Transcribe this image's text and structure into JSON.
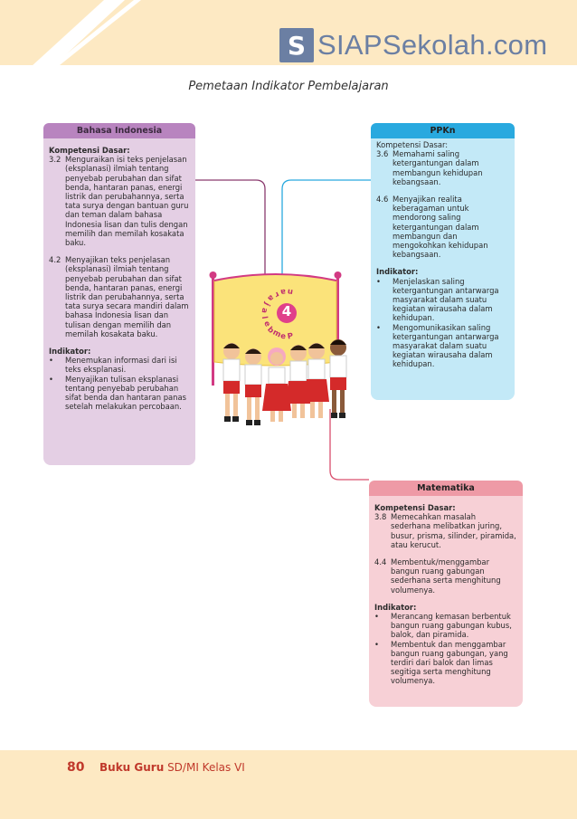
{
  "logo": {
    "letter": "S",
    "text": "SIAPSekolah.com"
  },
  "page_title": "Pemetaan Indikator Pembelajaran",
  "illustration": {
    "banner_letters": [
      "P",
      "e",
      "m",
      "b",
      "e",
      "l",
      "a",
      "j",
      "a",
      "r",
      "a",
      "n"
    ],
    "banner_number": "4"
  },
  "bahasa": {
    "title": "Bahasa Indonesia",
    "kd_label": "Kompetensi Dasar:",
    "kd": [
      {
        "no": "3.2",
        "text": "Menguraikan isi teks penjelasan (eksplanasi) ilmiah tentang penyebab perubahan dan sifat benda, hantaran panas, energi listrik dan perubahannya, serta tata surya dengan bantuan guru dan teman dalam bahasa Indonesia lisan dan tulis dengan memilih dan memilah kosakata baku."
      },
      {
        "no": "4.2",
        "text": "Menyajikan teks penjelasan (eksplanasi) ilmiah tentang penyebab perubahan dan sifat benda, hantaran panas, energi listrik dan perubahannya, serta tata surya secara mandiri dalam bahasa Indonesia lisan dan tulisan dengan memilih dan memilah kosakata baku."
      }
    ],
    "ind_label": "Indikator:",
    "indikator": [
      {
        "no": "•",
        "text": "Menemukan informasi dari isi teks eksplanasi."
      },
      {
        "no": "•",
        "text": "Menyajikan tulisan eksplanasi tentang penyebab perubahan sifat benda dan hantaran panas setelah melakukan percobaan."
      }
    ]
  },
  "ppkn": {
    "title": "PPKn",
    "kd_label": "Kompetensi Dasar:",
    "kd": [
      {
        "no": "3.6",
        "text": "Memahami saling ketergantungan dalam membangun kehidupan kebangsaan."
      },
      {
        "no": "4.6",
        "text": "Menyajikan realita keberagaman untuk mendorong saling ketergantungan dalam membangun dan mengokohkan kehidupan kebangsaan."
      }
    ],
    "ind_label": "Indikator:",
    "indikator": [
      {
        "no": "•",
        "text": "Menjelaskan saling ketergantungan antarwarga masyarakat dalam suatu kegiatan wirausaha dalam kehidupan."
      },
      {
        "no": "•",
        "text": "Mengomunikasikan saling ketergantungan antarwarga masyarakat dalam suatu kegiatan wirausaha dalam kehidupan."
      }
    ]
  },
  "matematika": {
    "title": "Matematika",
    "kd_label": "Kompetensi Dasar:",
    "kd": [
      {
        "no": "3.8",
        "text": "Memecahkan masalah sederhana melibatkan juring, busur, prisma, silinder, piramida, atau kerucut."
      },
      {
        "no": "4.4",
        "text": "Membentuk/menggambar bangun ruang gabungan sederhana serta menghitung volumenya."
      }
    ],
    "ind_label": "Indikator:",
    "indikator": [
      {
        "no": "•",
        "text": "Merancang kemasan berbentuk bangun ruang gabungan kubus, balok, dan piramida."
      },
      {
        "no": "•",
        "text": "Membentuk dan menggambar bangun ruang gabungan, yang terdiri dari balok dan limas segitiga serta menghitung volumenya."
      }
    ]
  },
  "footer": {
    "page_number": "80",
    "book_bold": "Buku Guru",
    "book_rest": " SD/MI Kelas VI"
  },
  "colors": {
    "bahasa_bg": "#e4cfe4",
    "bahasa_head": "#b884bf",
    "ppkn_bg": "#c3e9f7",
    "ppkn_head": "#29a9df",
    "mat_bg": "#f7d0d6",
    "mat_head": "#ee9aa6",
    "band": "#fde9c3",
    "logo": "#6b7fa3",
    "footer_text": "#c0392b"
  }
}
